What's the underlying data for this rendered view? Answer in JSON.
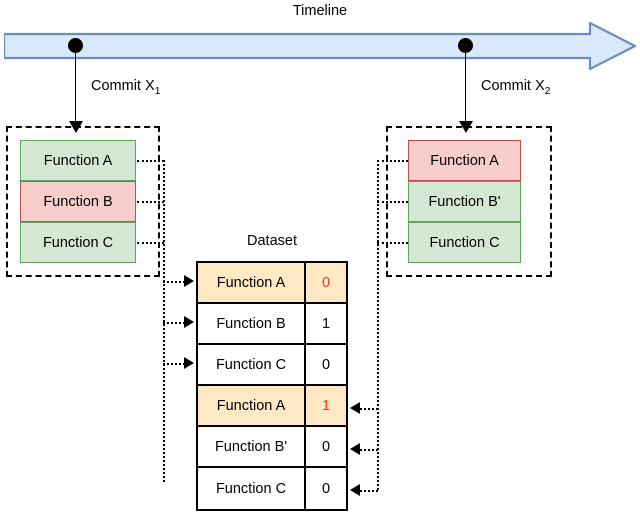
{
  "timeline": {
    "label": "Timeline",
    "arrow_fill": "#dae8fc",
    "arrow_stroke": "#6c8ebf",
    "commits": [
      {
        "id": "commit-x1",
        "label": "Commit X",
        "subscript": "1"
      },
      {
        "id": "commit-x2",
        "label": "Commit X",
        "subscript": "2"
      }
    ]
  },
  "commit_groups": [
    {
      "id": "commit-group-left",
      "functions": [
        {
          "label": "Function A",
          "state": "green"
        },
        {
          "label": "Function B",
          "state": "red"
        },
        {
          "label": "Function C",
          "state": "green"
        }
      ]
    },
    {
      "id": "commit-group-right",
      "functions": [
        {
          "label": "Function A",
          "state": "red"
        },
        {
          "label": "Function B'",
          "state": "green"
        },
        {
          "label": "Function C",
          "state": "green"
        }
      ]
    }
  ],
  "dataset": {
    "title": "Dataset",
    "rows": [
      {
        "name": "Function A",
        "value": "0",
        "highlight": true,
        "value_red": true
      },
      {
        "name": "Function B",
        "value": "1",
        "highlight": false,
        "value_red": false
      },
      {
        "name": "Function C",
        "value": "0",
        "highlight": false,
        "value_red": false
      },
      {
        "name": "Function A",
        "value": "1",
        "highlight": true,
        "value_red": true
      },
      {
        "name": "Function B'",
        "value": "0",
        "highlight": false,
        "value_red": false
      },
      {
        "name": "Function C",
        "value": "0",
        "highlight": false,
        "value_red": false
      }
    ]
  },
  "colors": {
    "green_fill": "#d5e8d4",
    "green_stroke": "#5ea75b",
    "red_fill": "#f8cecc",
    "red_stroke": "#c0504d",
    "highlight_fill": "#ffe9c4",
    "value_red": "#e8372b",
    "timeline_fill": "#dae8fc",
    "timeline_stroke": "#6c8ebf"
  }
}
